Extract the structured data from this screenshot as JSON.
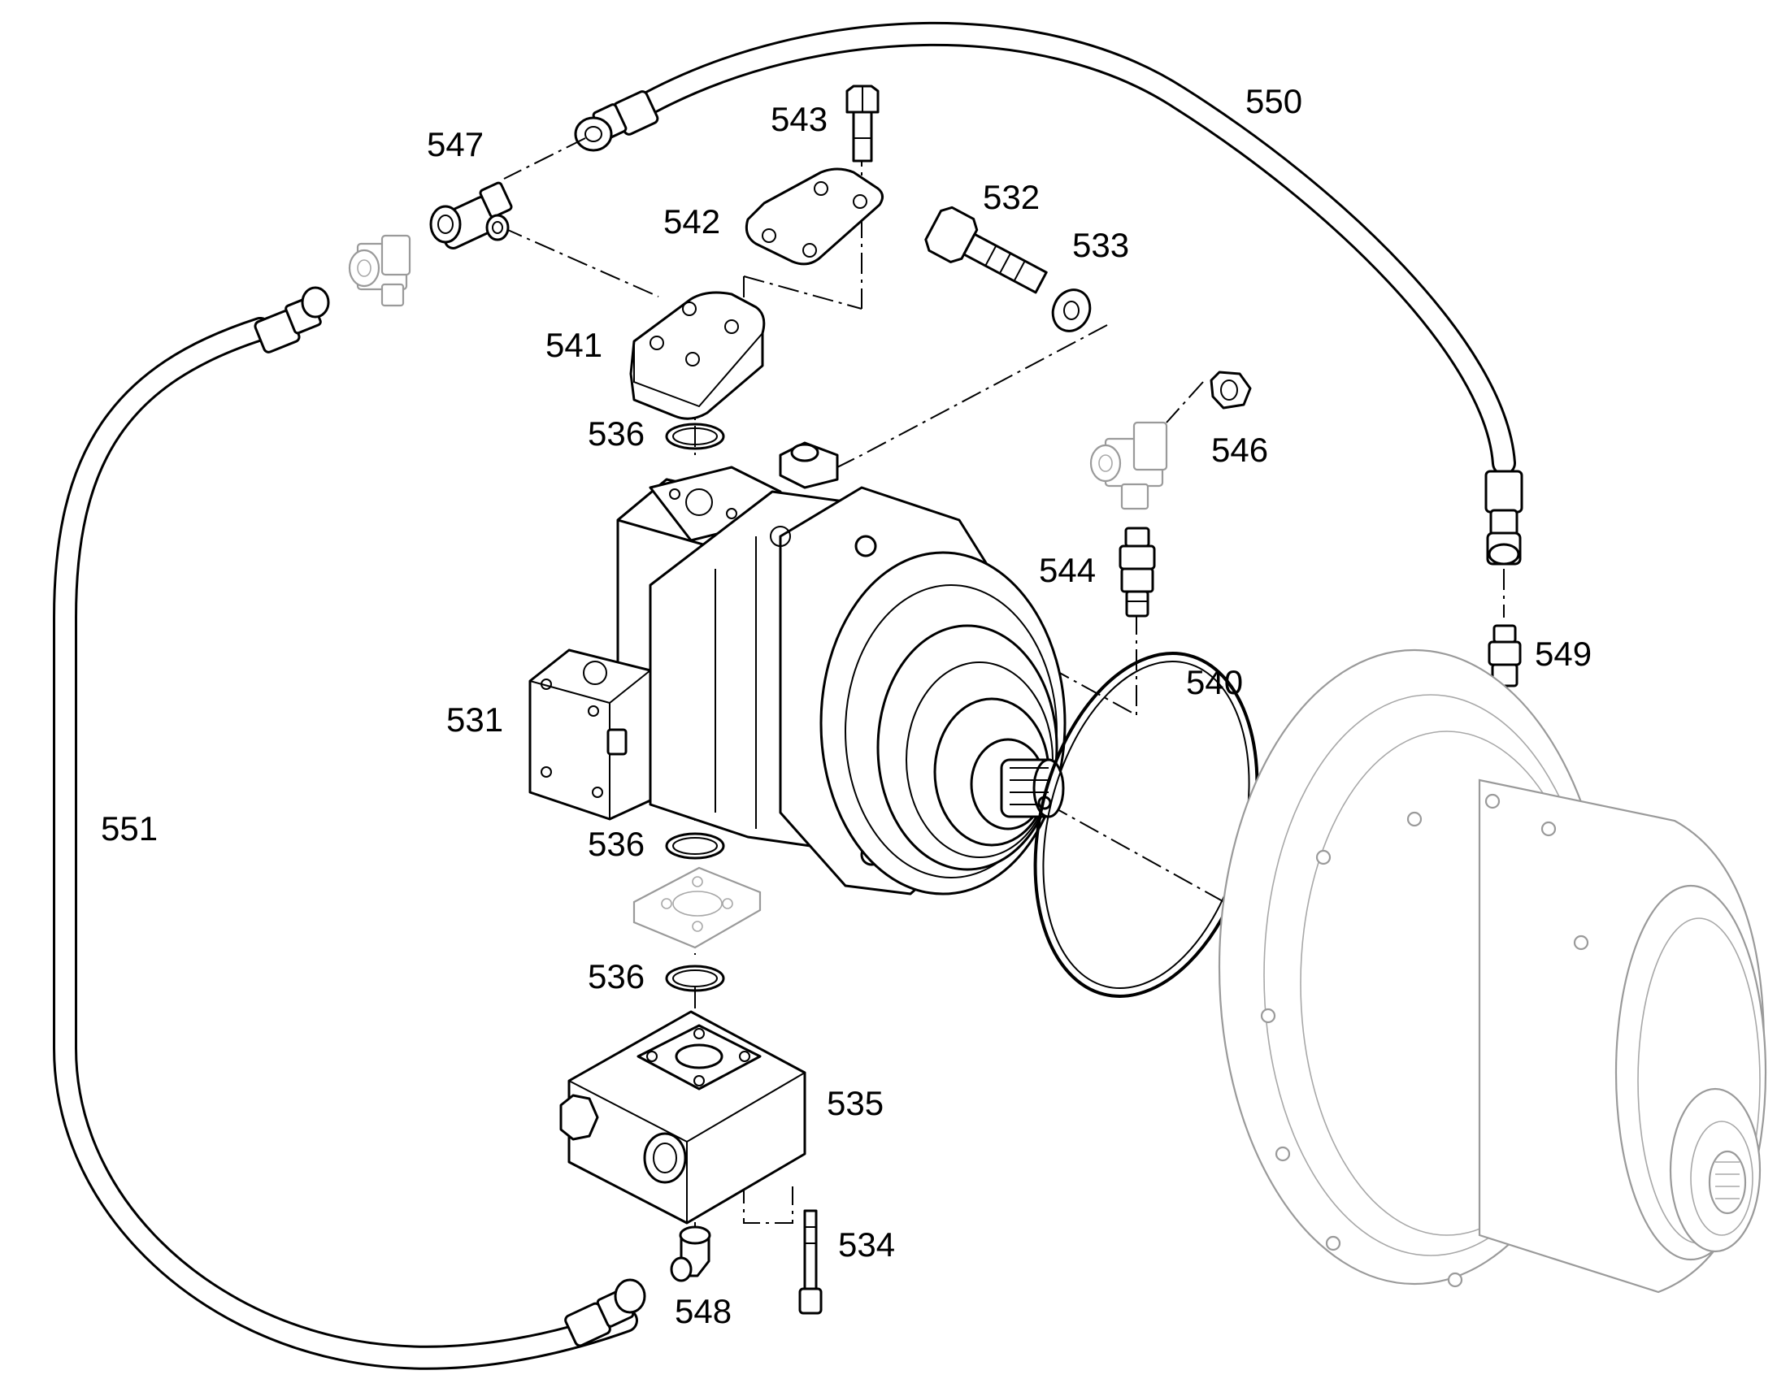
{
  "labels": {
    "p531": "531",
    "p532": "532",
    "p533": "533",
    "p534": "534",
    "p535": "535",
    "p536_top": "536",
    "p536_mid": "536",
    "p536_low": "536",
    "p540": "540",
    "p541": "541",
    "p542": "542",
    "p543": "543",
    "p544": "544",
    "p546": "546",
    "p547": "547",
    "p548": "548",
    "p549": "549",
    "p550": "550",
    "p551": "551"
  }
}
